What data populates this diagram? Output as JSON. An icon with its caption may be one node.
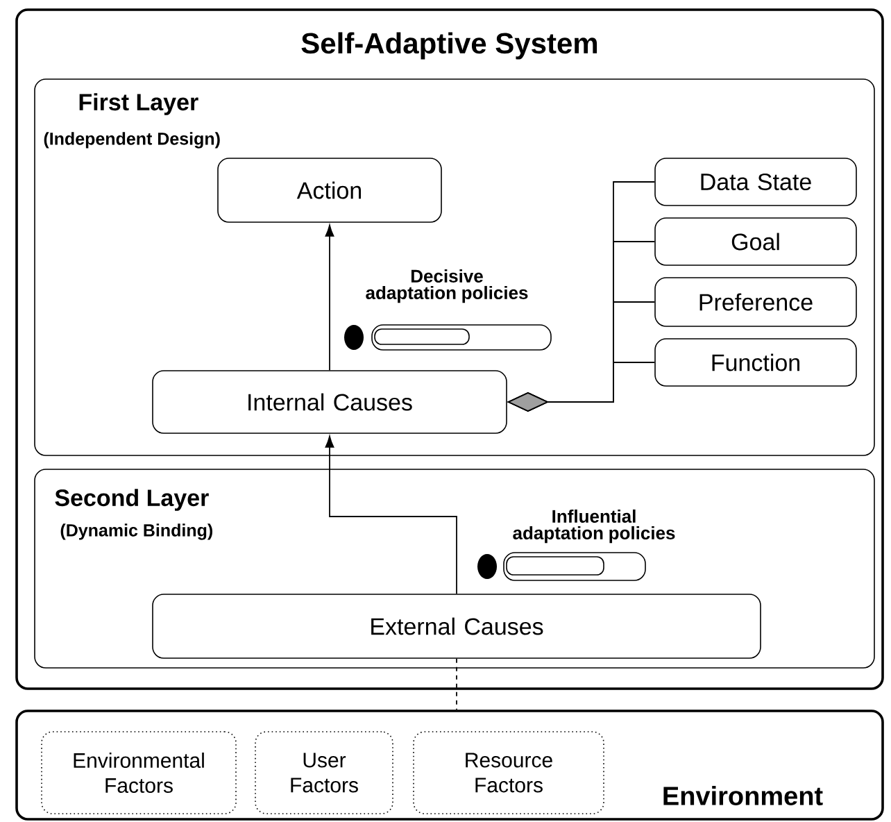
{
  "diagram": {
    "nodes": [
      {
        "text": [
          "Self-Adaptive System"
        ]
      },
      {
        "text": [
          "First Layer",
          "(Independent Design)"
        ],
        "in": 0
      },
      {
        "text": [
          "Action"
        ],
        "in": 1
      },
      {
        "text": [
          "Internal Causes"
        ],
        "in": 1
      },
      {
        "text": [
          "Data State"
        ],
        "in": 1
      },
      {
        "text": [
          "Goal"
        ],
        "in": 1
      },
      {
        "text": [
          "Preference"
        ],
        "in": 1
      },
      {
        "text": [
          "Function"
        ],
        "in": 1
      },
      {
        "text": [
          "Second Layer",
          "(Dynamic Binding)"
        ],
        "in": 0
      },
      {
        "text": [
          "External Causes"
        ],
        "in": 8
      },
      {
        "text": [
          "Environment"
        ]
      },
      {
        "text": [
          "Environmental Factors"
        ],
        "in": 10
      },
      {
        "text": [
          "User Factors"
        ],
        "in": 10
      },
      {
        "text": [
          "Resource Factors"
        ],
        "in": 10
      }
    ],
    "edges": [
      {
        "from": 3,
        "to": 2,
        "arrow": "to"
      },
      {
        "from": 9,
        "to": 3,
        "arrow": "to"
      },
      {
        "from": 3,
        "to": 4,
        "arrow": "other"
      },
      {
        "from": 3,
        "to": 5,
        "arrow": "other"
      },
      {
        "from": 3,
        "to": 6,
        "arrow": "other"
      },
      {
        "from": 3,
        "to": 7,
        "arrow": "other"
      },
      {
        "from": 9,
        "to": 10,
        "arrow": "none",
        "style": "dashed"
      }
    ],
    "labels": [
      "Decisive adaptation policies",
      "Influential adaptation policies"
    ]
  }
}
